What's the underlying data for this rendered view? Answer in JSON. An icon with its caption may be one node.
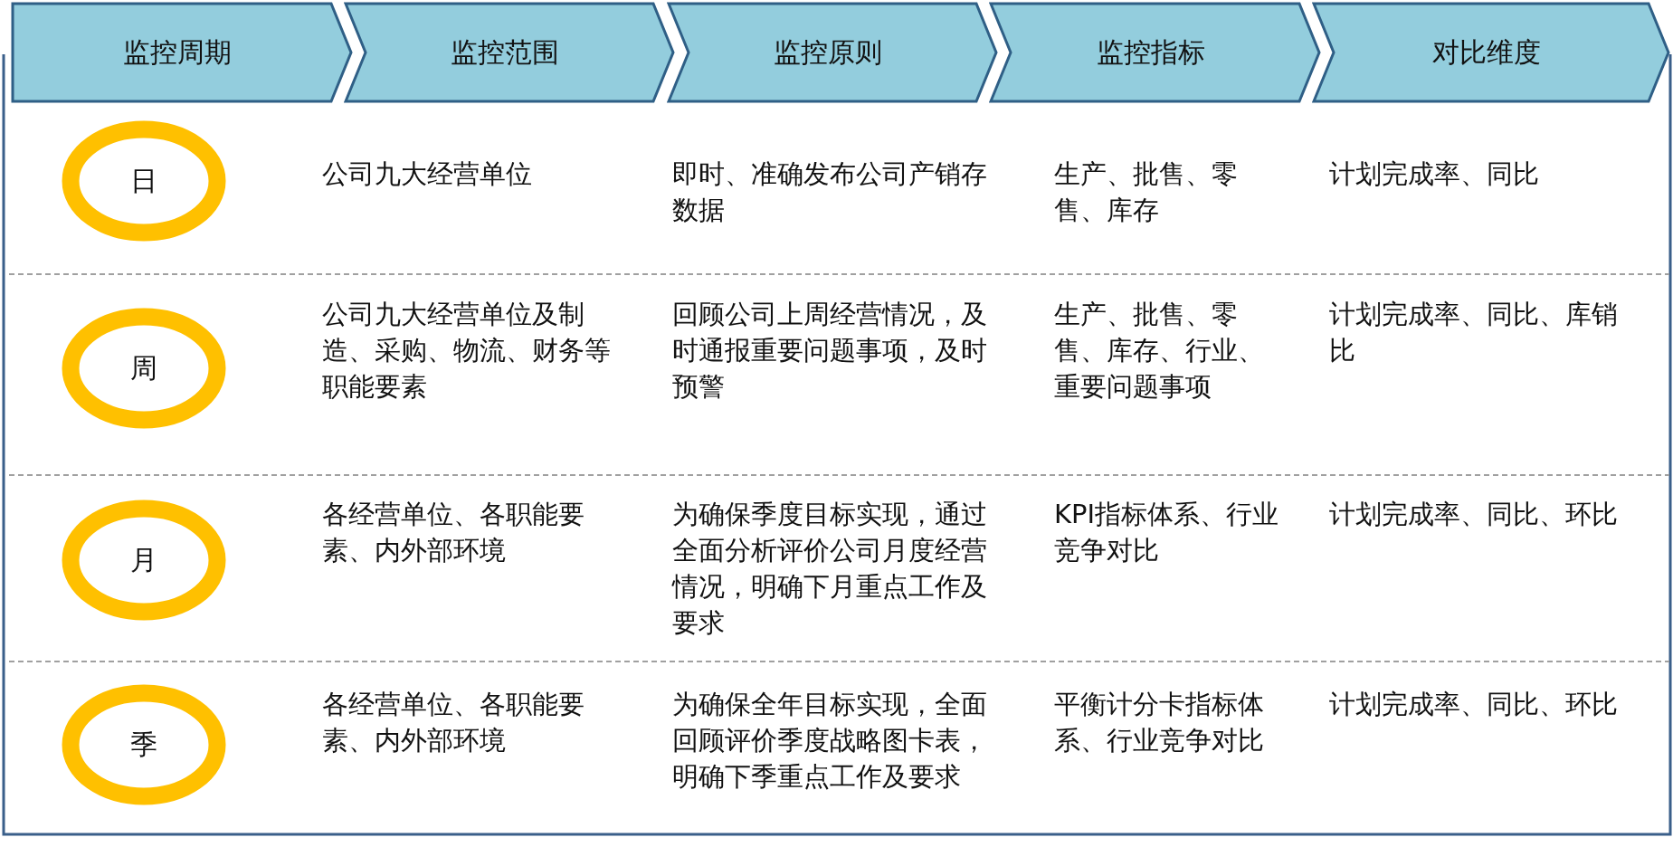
{
  "diagram": {
    "nodes": [
      {
        "text": [
          "监控周期"
        ]
      },
      {
        "text": [
          "监控范围"
        ]
      },
      {
        "text": [
          "监控原则"
        ]
      },
      {
        "text": [
          "监控指标"
        ]
      },
      {
        "text": [
          "对比维度"
        ]
      },
      {
        "text": [
          "日"
        ]
      },
      {
        "text": [
          "周"
        ]
      },
      {
        "text": [
          "月"
        ]
      },
      {
        "text": [
          "季"
        ]
      }
    ],
    "labels": [
      "公司九大经营单位",
      "即时、准确发布公司产销存数据",
      "生产、批售、零售、库存",
      "计划完成率、同比",
      "公司九大经营单位及制造、采购、物流、财务等职能要素",
      "回顾公司上周经营情况，及时通报重要问题事项，及时预警",
      "生产、批售、零售、库存、行业、重要问题事项",
      "计划完成率、同比、库销比",
      "各经营单位、各职能要素、内外部环境",
      "为确保季度目标实现，通过全面分析评价公司月度经营情况，明确下月重点工作及要求",
      "KPI指标体系、行业竞争对比",
      "计划完成率、同比、环比",
      "各经营单位、各职能要素、内外部环境",
      "为确保全年目标实现，全面回顾评价季度战略图卡表，明确下季重点工作及要求",
      "平衡计分卡指标体系、行业竞争对比",
      "计划完成率、同比、环比"
    ]
  }
}
